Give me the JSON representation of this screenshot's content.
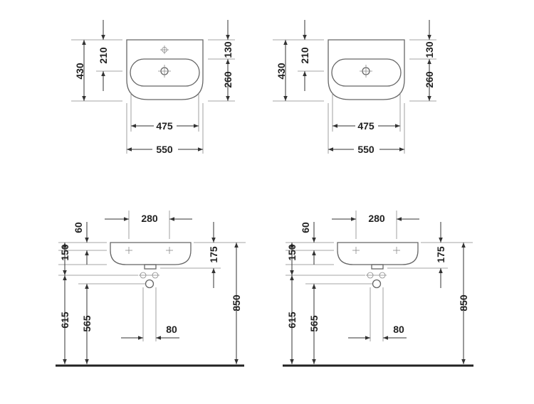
{
  "views": {
    "top_left": {
      "height_total": "430",
      "tap_to_back": "210",
      "back_to_bowl": "130",
      "bowl_height": "260",
      "inner_width": "475",
      "outer_width": "550"
    },
    "top_right": {
      "height_total": "430",
      "tap_to_back": "210",
      "back_to_bowl": "130",
      "bowl_height": "260",
      "inner_width": "475",
      "outer_width": "550"
    },
    "front_left": {
      "fixing_distance": "280",
      "rim_offset": "60",
      "basin_height": "150",
      "depth": "175",
      "waste_height": "615",
      "supply_height": "565",
      "total_height": "850",
      "pipe_spacing": "80"
    },
    "front_right": {
      "fixing_distance": "280",
      "rim_offset": "60",
      "basin_height": "150",
      "depth": "175",
      "waste_height": "615",
      "supply_height": "565",
      "total_height": "850",
      "pipe_spacing": "80"
    }
  }
}
